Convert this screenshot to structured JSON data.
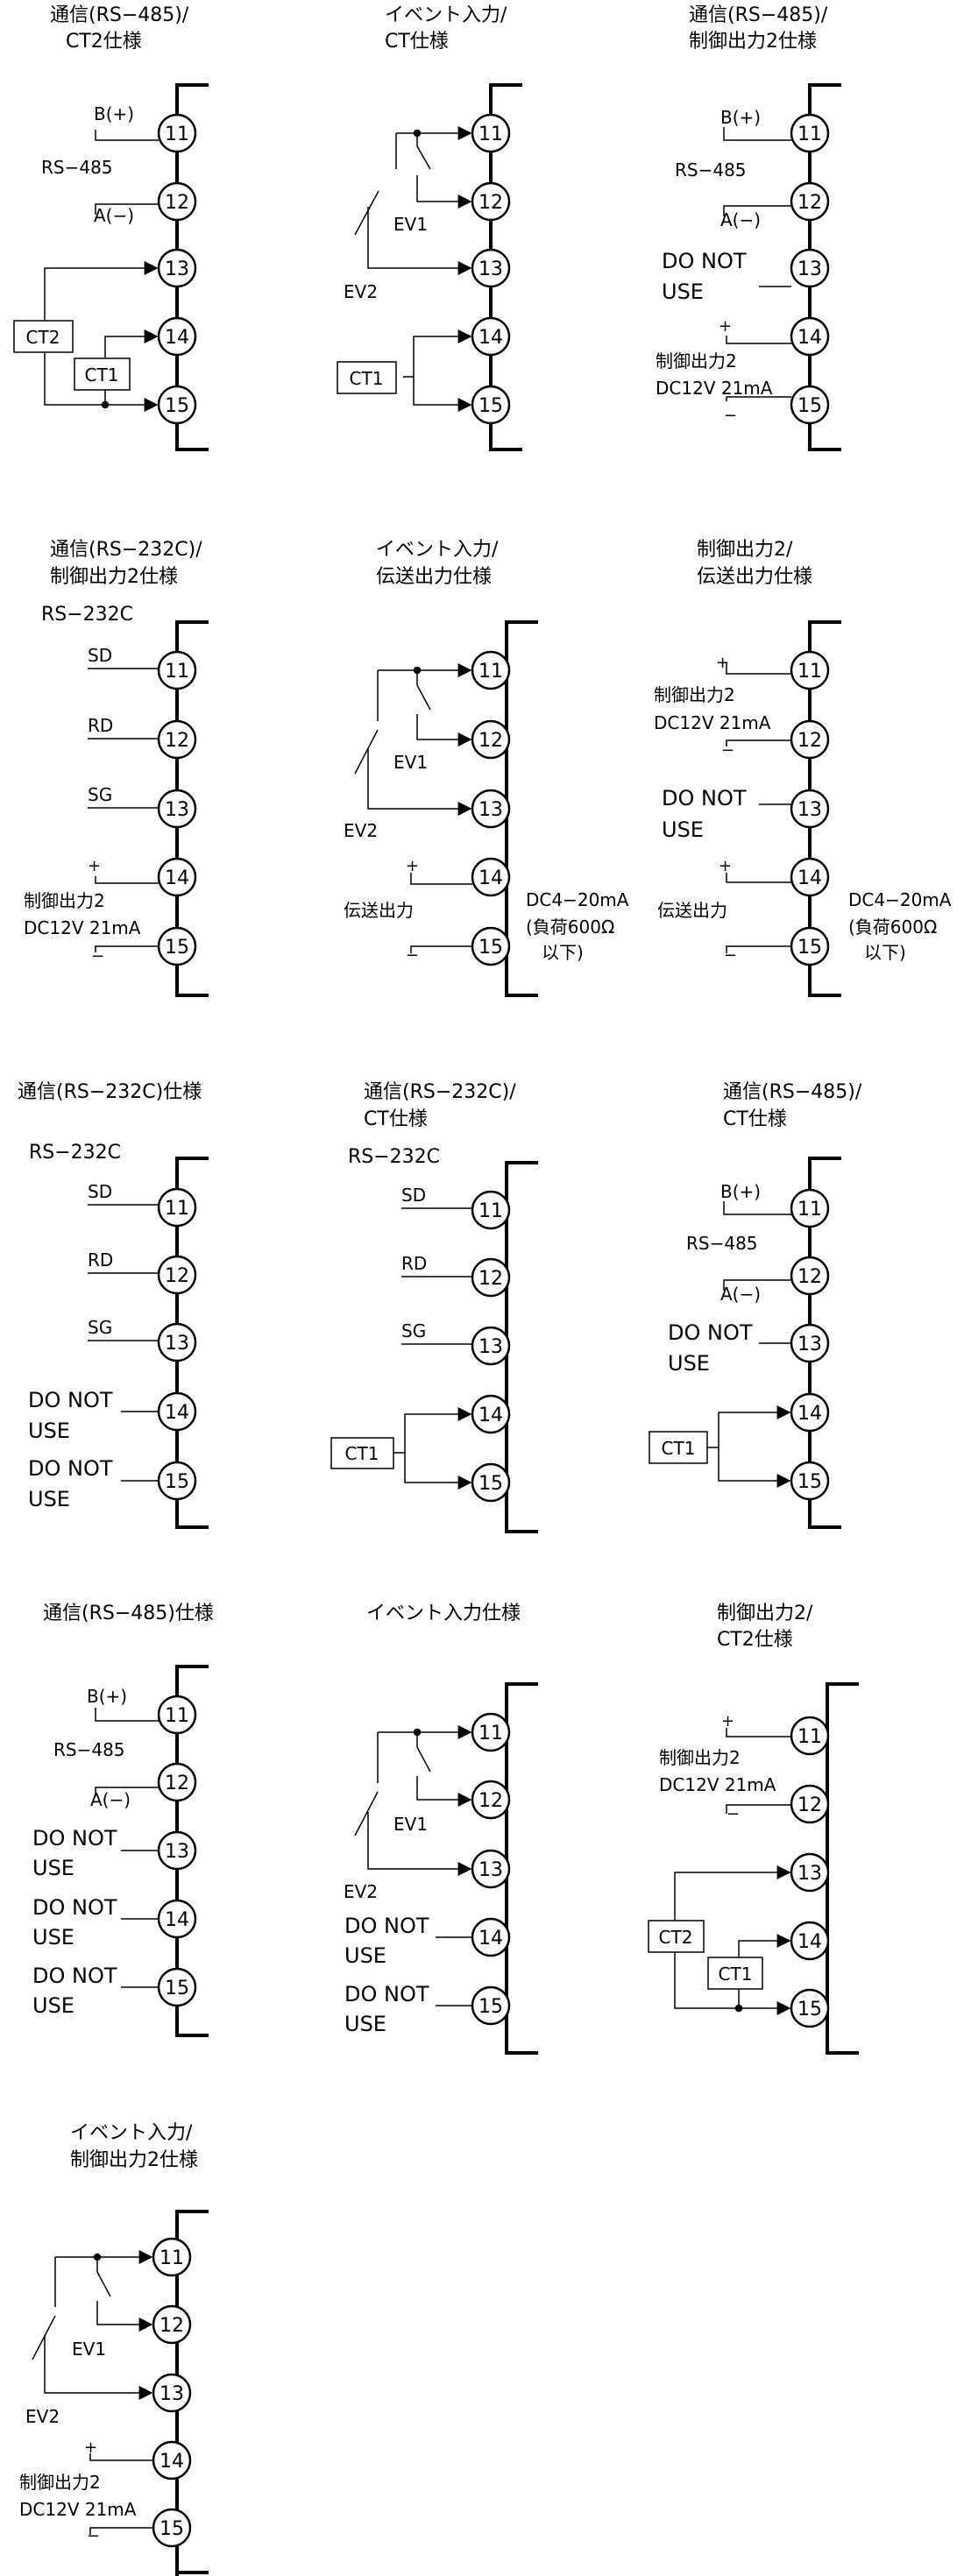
{
  "terminals": [
    "11",
    "12",
    "13",
    "14",
    "15"
  ],
  "labels": {
    "b_plus": "B(+)",
    "a_minus": "A(−)",
    "rs485": "RS−485",
    "rs232c": "RS−232C",
    "sd": "SD",
    "rd": "RD",
    "sg": "SG",
    "do_not": "DO NOT",
    "use": "USE",
    "ev1": "EV1",
    "ev2": "EV2",
    "ct1": "CT1",
    "ct2": "CT2",
    "plus": "+",
    "minus": "−",
    "ctrl_out2": "制御出力2",
    "dc12v": "DC12V 21mA",
    "transmission": "伝送出力",
    "dc420": "DC4−20mA",
    "load": "(負荷600Ω",
    "below": "以下)"
  },
  "panels": [
    {
      "id": "p1",
      "title": [
        "通信(RS−485)/",
        "CT2仕様"
      ]
    },
    {
      "id": "p2",
      "title": [
        "イベント入力/",
        "CT仕様"
      ]
    },
    {
      "id": "p3",
      "title": [
        "通信(RS−485)/",
        "制御出力2仕様"
      ]
    },
    {
      "id": "p4",
      "title": [
        "通信(RS−232C)/",
        "制御出力2仕様"
      ]
    },
    {
      "id": "p5",
      "title": [
        "イベント入力/",
        "伝送出力仕様"
      ]
    },
    {
      "id": "p6",
      "title": [
        "制御出力2/",
        "伝送出力仕様"
      ]
    },
    {
      "id": "p7",
      "title": [
        "通信(RS−232C)仕様"
      ]
    },
    {
      "id": "p8",
      "title": [
        "通信(RS−232C)/",
        "CT仕様"
      ]
    },
    {
      "id": "p9",
      "title": [
        "通信(RS−485)/",
        "CT仕様"
      ]
    },
    {
      "id": "p10",
      "title": [
        "通信(RS−485)仕様"
      ]
    },
    {
      "id": "p11",
      "title": [
        "イベント入力仕様"
      ]
    },
    {
      "id": "p12",
      "title": [
        "制御出力2/",
        "CT2仕様"
      ]
    },
    {
      "id": "p13",
      "title": [
        "イベント入力/",
        "制御出力2仕様"
      ]
    }
  ]
}
